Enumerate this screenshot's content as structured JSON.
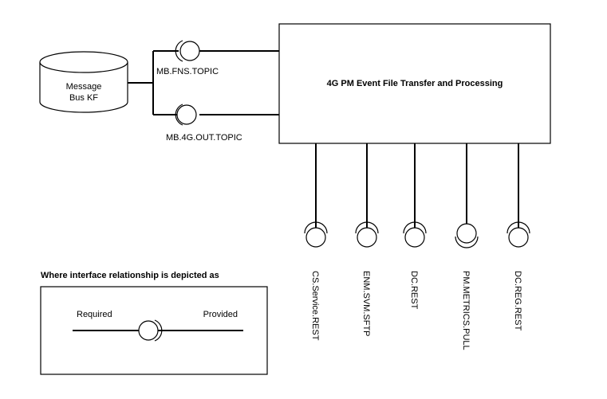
{
  "database": {
    "line1": "Message",
    "line2": "Bus KF"
  },
  "main_box": {
    "title": "4G PM Event File Transfer and Processing"
  },
  "left_interfaces": [
    {
      "label": "MB.FNS.TOPIC"
    },
    {
      "label": "MB.4G.OUT.TOPIC"
    }
  ],
  "bottom_interfaces": [
    {
      "label": "CS.Service.REST"
    },
    {
      "label": "ENM.SVM.SFTP"
    },
    {
      "label": "DC.REST"
    },
    {
      "label": "PM.METRICS.PULL"
    },
    {
      "label": "DC.REG.REST"
    }
  ],
  "legend": {
    "heading": "Where interface relationship is depicted as",
    "required": "Required",
    "provided": "Provided"
  },
  "colors": {
    "stroke": "#000000",
    "fill": "#ffffff"
  }
}
